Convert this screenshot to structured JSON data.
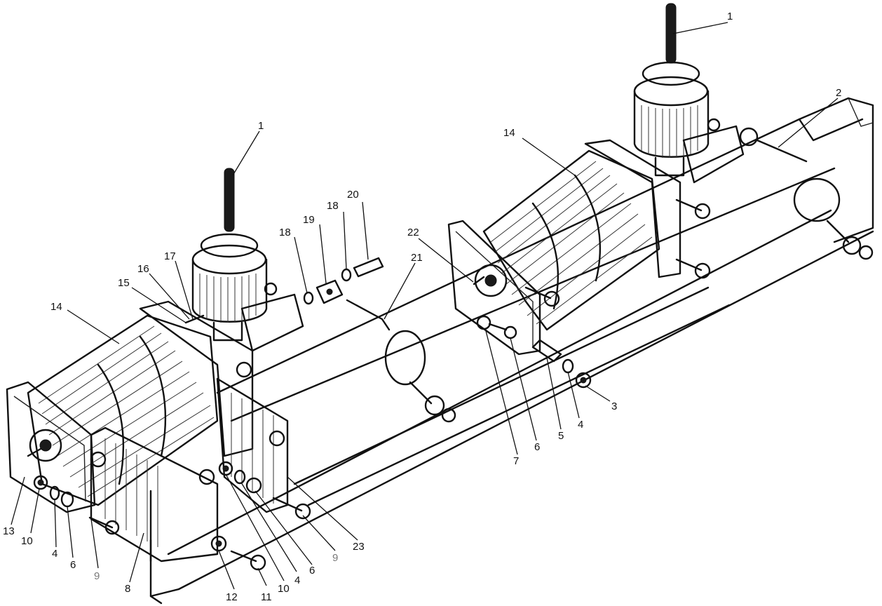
{
  "figure": {
    "callouts": [
      {
        "id": "c1a",
        "text": "1"
      },
      {
        "id": "c1b",
        "text": "1"
      },
      {
        "id": "c2",
        "text": "2"
      },
      {
        "id": "c14a",
        "text": "14"
      },
      {
        "id": "c14b",
        "text": "14"
      },
      {
        "id": "c22",
        "text": "22"
      },
      {
        "id": "c20",
        "text": "20"
      },
      {
        "id": "c18a",
        "text": "18"
      },
      {
        "id": "c18b",
        "text": "18"
      },
      {
        "id": "c19",
        "text": "19"
      },
      {
        "id": "c21",
        "text": "21"
      },
      {
        "id": "c17",
        "text": "17"
      },
      {
        "id": "c16",
        "text": "16"
      },
      {
        "id": "c15",
        "text": "15"
      },
      {
        "id": "c3",
        "text": "3"
      },
      {
        "id": "c4a",
        "text": "4"
      },
      {
        "id": "c5",
        "text": "5"
      },
      {
        "id": "c6a",
        "text": "6"
      },
      {
        "id": "c7",
        "text": "7"
      },
      {
        "id": "c23",
        "text": "23"
      },
      {
        "id": "c9a",
        "text": "9",
        "muted": true
      },
      {
        "id": "c6b",
        "text": "6"
      },
      {
        "id": "c4b",
        "text": "4"
      },
      {
        "id": "c10a",
        "text": "10"
      },
      {
        "id": "c11",
        "text": "11"
      },
      {
        "id": "c12",
        "text": "12"
      },
      {
        "id": "c8",
        "text": "8"
      },
      {
        "id": "c9b",
        "text": "9",
        "muted": true
      },
      {
        "id": "c6c",
        "text": "6"
      },
      {
        "id": "c4c",
        "text": "4"
      },
      {
        "id": "c10b",
        "text": "10"
      },
      {
        "id": "c13",
        "text": "13"
      }
    ]
  }
}
